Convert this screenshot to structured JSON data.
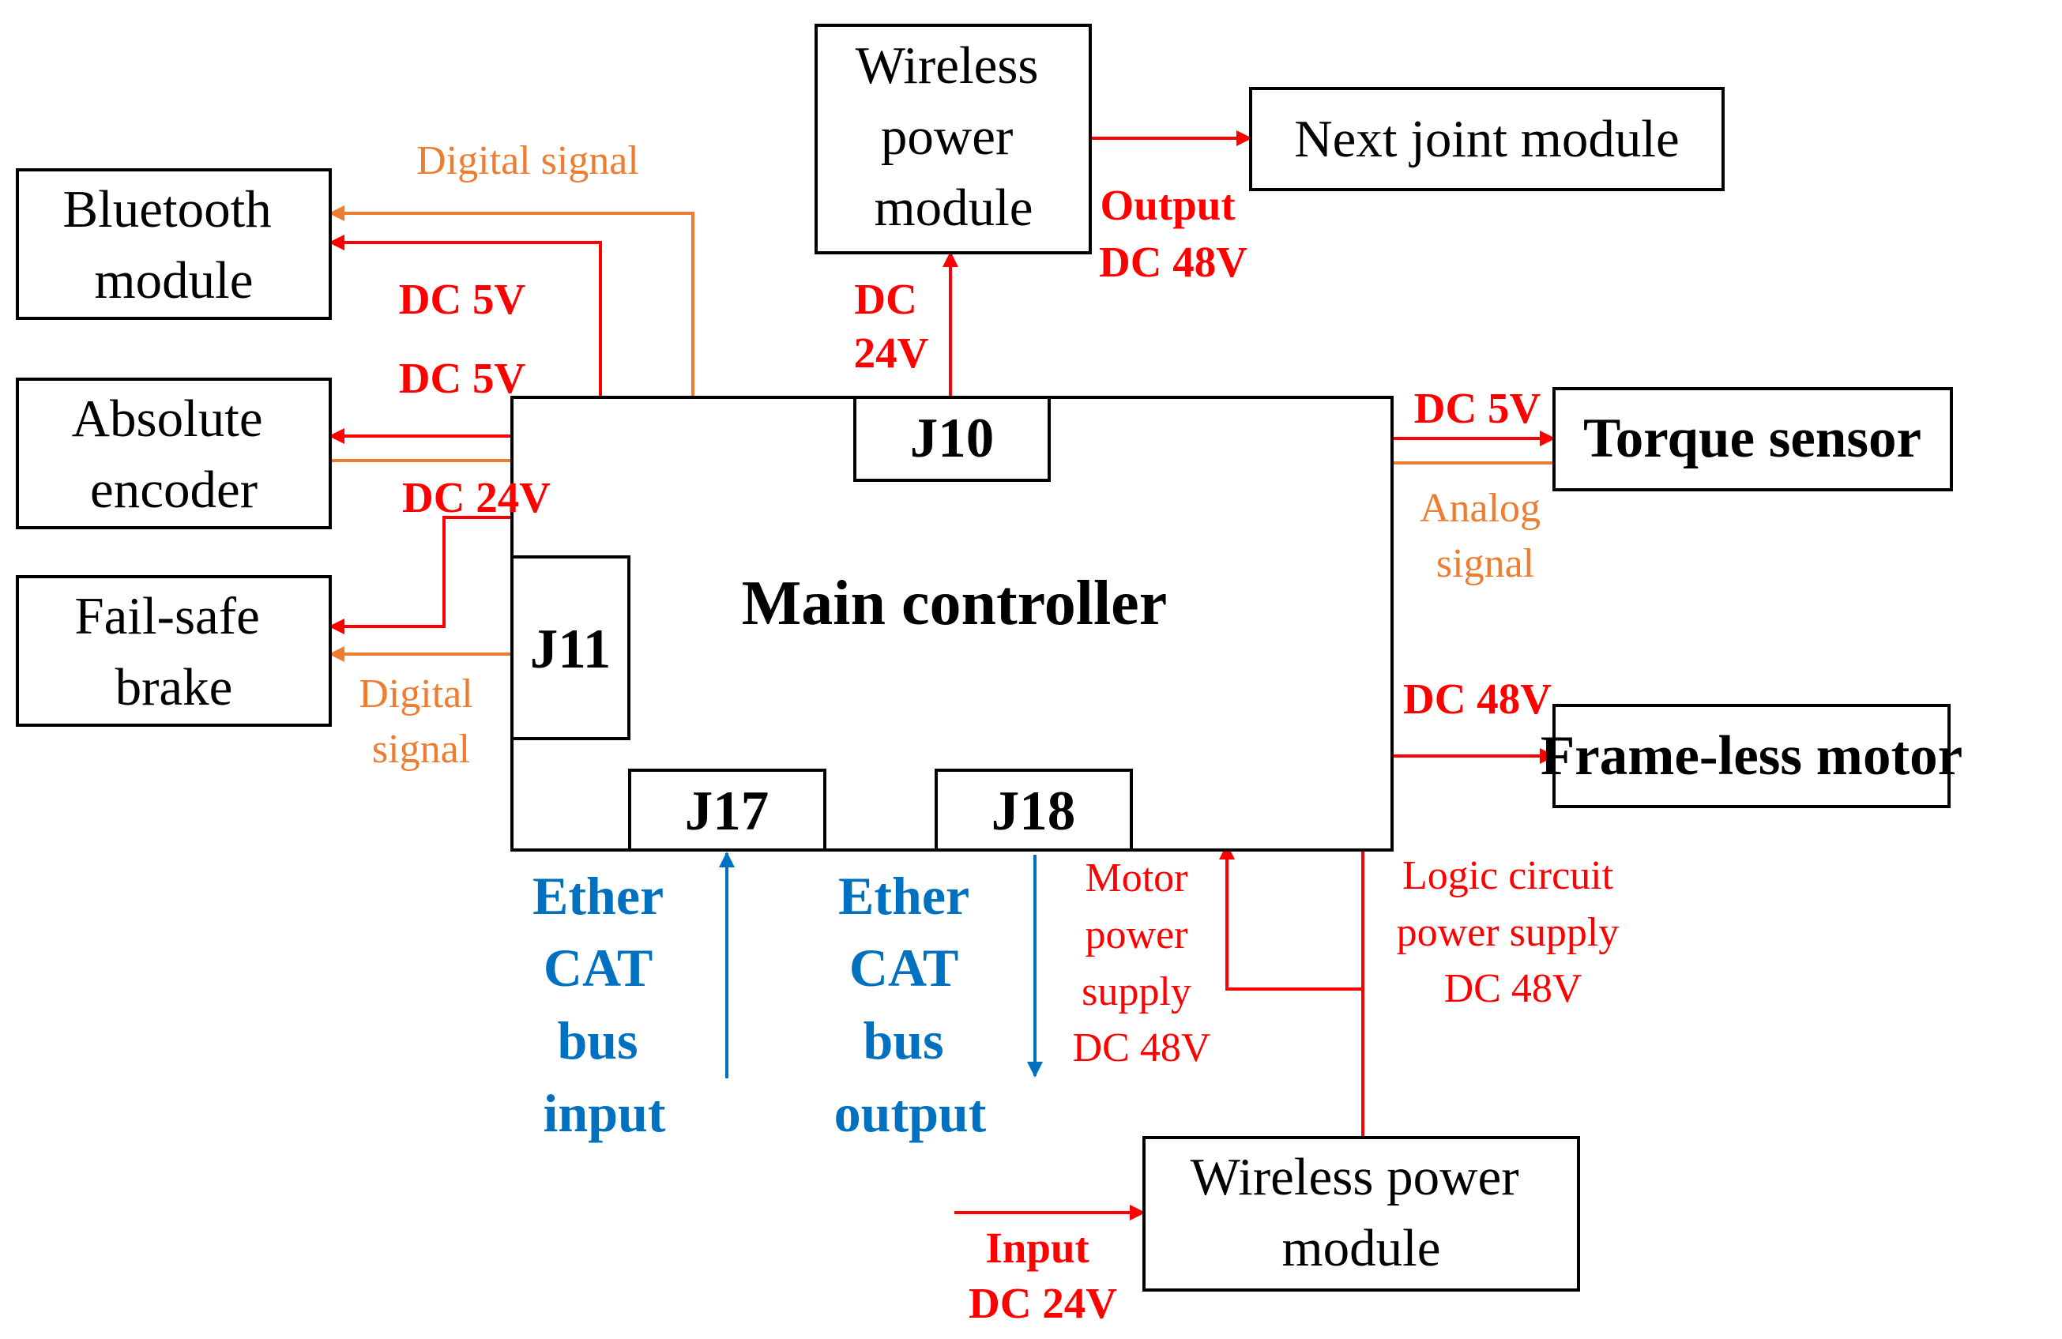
{
  "colors": {
    "power": "#ff0000",
    "signal": "#ed7d31",
    "bus": "#0070c0",
    "box_stroke": "#000000"
  },
  "blocks": {
    "bluetooth": [
      "Bluetooth",
      "module"
    ],
    "encoder": [
      "Absolute",
      "encoder"
    ],
    "brake": [
      "Fail-safe",
      "brake"
    ],
    "wireless_top": [
      "Wireless",
      "power",
      "module"
    ],
    "next_joint": "Next joint module",
    "torque": "Torque sensor",
    "motor": "Frame-less motor",
    "main": "Main controller",
    "wireless_bottom": [
      "Wireless power",
      "module"
    ]
  },
  "connectors": {
    "j10": "J10",
    "j11": "J11",
    "j17": "J17",
    "j18": "J18"
  },
  "labels": {
    "digital_signal_top": "Digital signal",
    "dc5v_bluetooth": "DC 5V",
    "dc5v_encoder": "DC 5V",
    "dc24v_brake": "DC 24V",
    "dc24v_wireless": [
      "DC",
      "24V"
    ],
    "output_dc48v": [
      "Output",
      "DC 48V"
    ],
    "dc5v_torque": "DC 5V",
    "analog_signal": [
      "Analog",
      "signal"
    ],
    "digital_signal_brake": [
      "Digital",
      "signal"
    ],
    "dc48v_motor": "DC 48V",
    "ethercat_input": [
      "Ether",
      "CAT",
      "bus",
      "input"
    ],
    "ethercat_output": [
      "Ether",
      "CAT",
      "bus",
      "output"
    ],
    "motor_power": [
      "Motor",
      "power",
      "supply",
      "DC 48V"
    ],
    "logic_power": [
      "Logic circuit",
      "power supply",
      "DC 48V"
    ],
    "input_dc24v": [
      "Input",
      "DC 24V"
    ]
  }
}
